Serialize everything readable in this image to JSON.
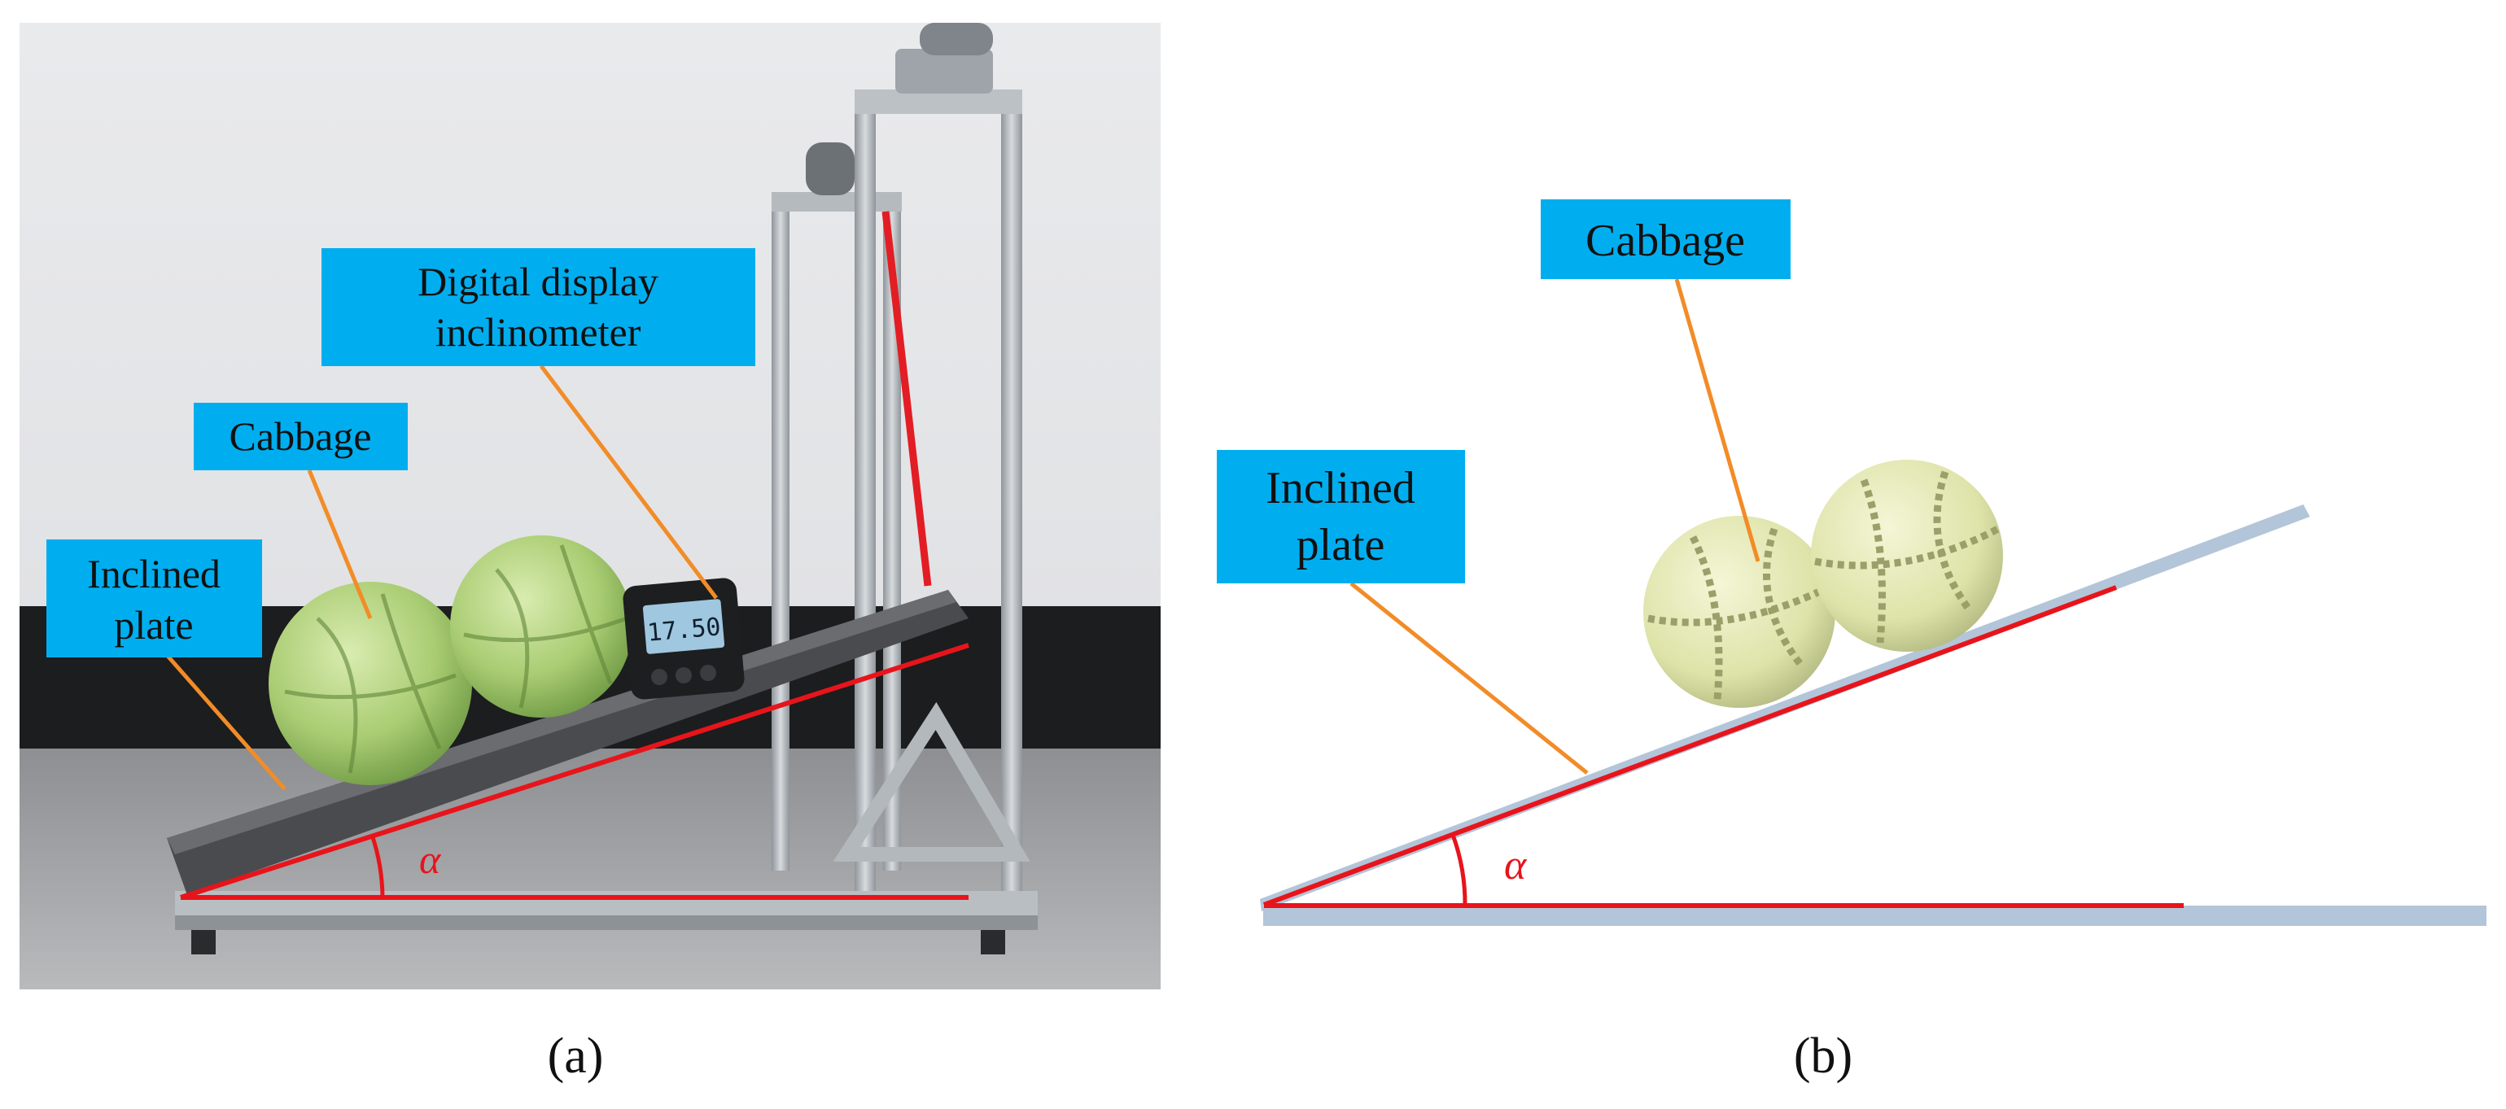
{
  "panel_a": {
    "labels": {
      "inclinometer_line1": "Digital display",
      "inclinometer_line2": "inclinometer",
      "cabbage": "Cabbage",
      "plate_line1": "Inclined",
      "plate_line2": "plate"
    },
    "angle_symbol": "α",
    "inclinometer_readout": "17.50",
    "caption": "(a)"
  },
  "panel_b": {
    "labels": {
      "cabbage": "Cabbage",
      "plate_line1": "Inclined",
      "plate_line2": "plate"
    },
    "angle_symbol": "α",
    "caption": "(b)"
  },
  "colors": {
    "label_box": "#00AEEF",
    "leader_line": "#F28C28",
    "angle_line": "#E8141B",
    "plate": "#B3C5D8",
    "cabbage_model": "#DDE3A8"
  }
}
